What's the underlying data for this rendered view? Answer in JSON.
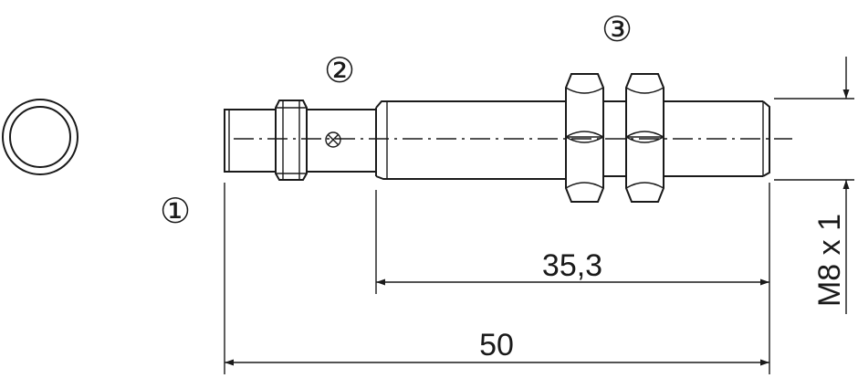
{
  "callouts": [
    "①",
    "②",
    "③"
  ],
  "dimensions": {
    "overall_length": "50",
    "thread_length": "35,3",
    "thread_size": "M8 x 1"
  },
  "colors": {
    "line": "#1a1a1a",
    "background": "#ffffff"
  }
}
